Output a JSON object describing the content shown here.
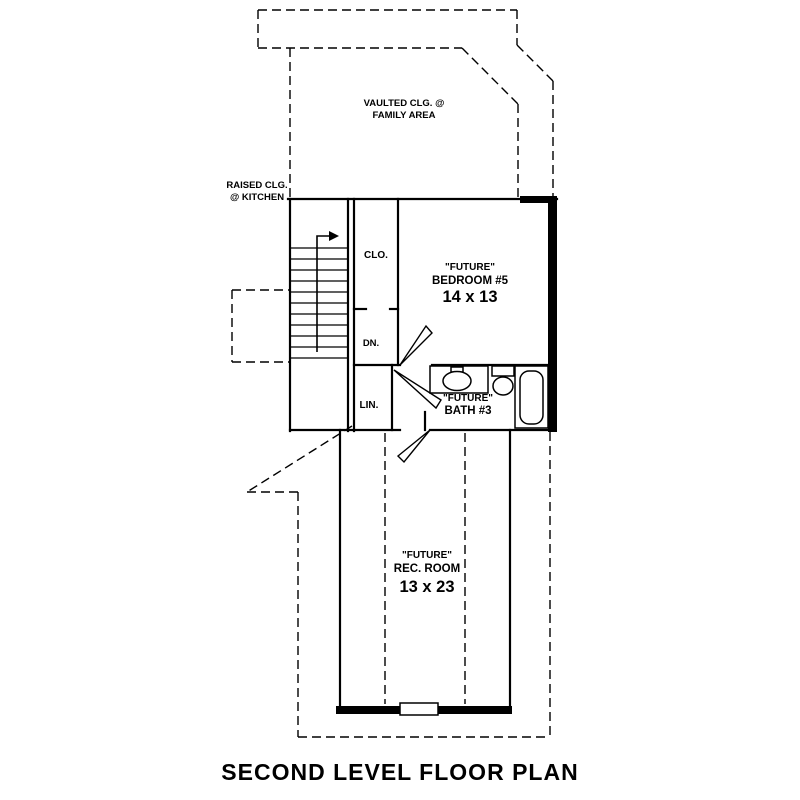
{
  "colors": {
    "ink": "#000000",
    "background": "#ffffff"
  },
  "title": "SECOND LEVEL FLOOR PLAN",
  "annotations": {
    "vaulted_ceiling_line1": "VAULTED CLG. @",
    "vaulted_ceiling_line2": "FAMILY AREA",
    "raised_ceiling_line1": "RAISED CLG.",
    "raised_ceiling_line2": "@ KITCHEN",
    "stair_direction": "DN."
  },
  "rooms": {
    "closet": {
      "label": "CLO."
    },
    "linen": {
      "label": "LIN."
    },
    "bedroom5": {
      "qualifier": "\"FUTURE\"",
      "name": "BEDROOM #5",
      "dimensions": "14 x 13"
    },
    "bath3": {
      "qualifier": "\"FUTURE\"",
      "name": "BATH #3"
    },
    "rec_room": {
      "qualifier": "\"FUTURE\"",
      "name": "REC. ROOM",
      "dimensions": "13 x 23"
    }
  }
}
